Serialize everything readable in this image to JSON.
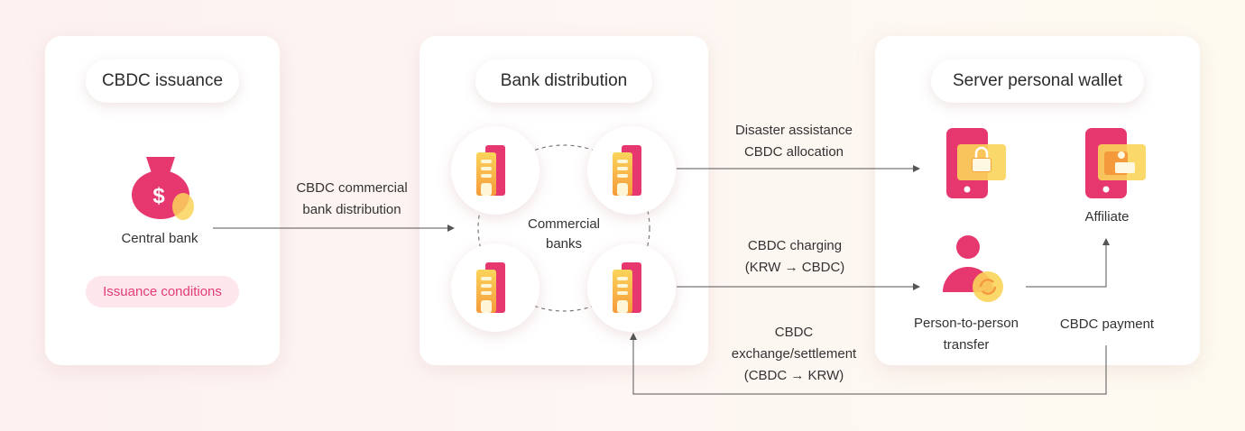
{
  "panels": {
    "issuance": {
      "title": "CBDC issuance",
      "node": "Central bank",
      "conditions": "Issuance conditions"
    },
    "distribution": {
      "title": "Bank distribution",
      "center": "Commercial banks"
    },
    "wallet": {
      "title": "Server personal wallet",
      "affiliate": "Affiliate",
      "p2p": "Person-to-person transfer",
      "payment": "CBDC payment"
    }
  },
  "flows": {
    "commercial_distribution": "CBDC commercial bank distribution",
    "disaster": "Disaster assistance CBDC allocation",
    "charging": "CBDC charging (KRW → CBDC)",
    "exchange": "CBDC exchange/settlement (CBDC → KRW)"
  },
  "colors": {
    "pink": "#e6386f",
    "orange": "#f59a3a",
    "yellow": "#fbd45a",
    "arrow": "#555555"
  },
  "icons": [
    "money-bag-icon",
    "bank-card-icon",
    "phone-lock-icon",
    "phone-store-icon",
    "person-exchange-icon"
  ]
}
